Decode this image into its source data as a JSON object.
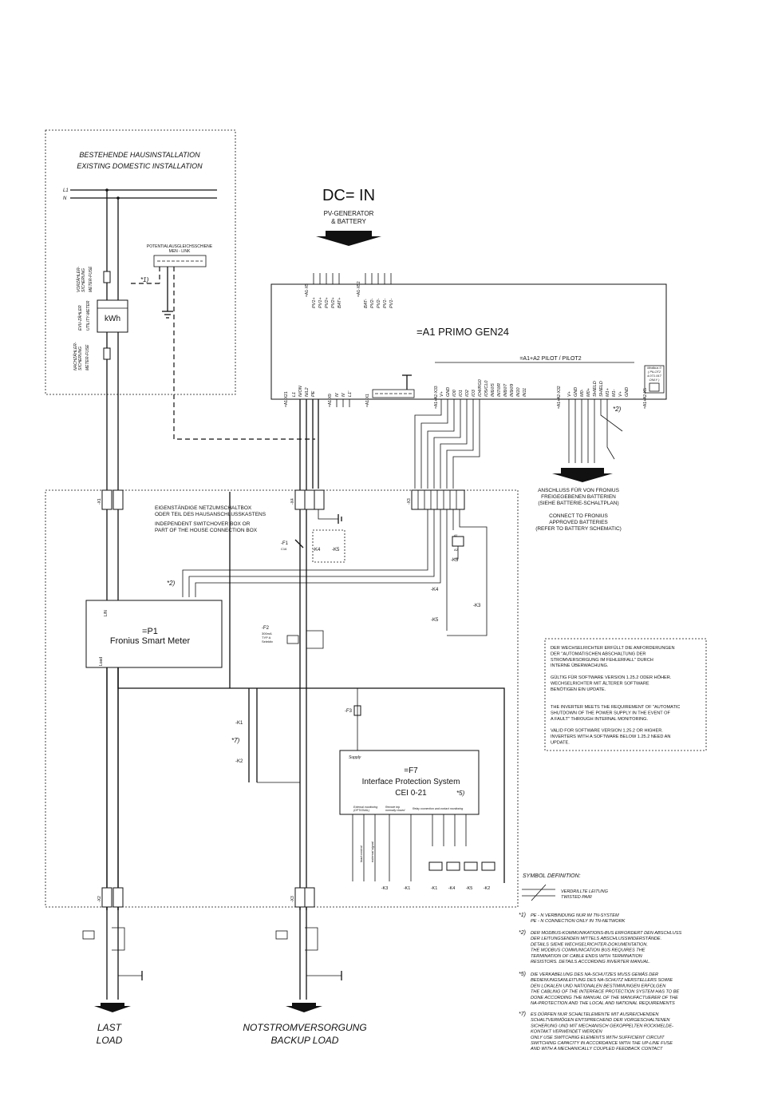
{
  "dc_in": {
    "title": "DC= IN",
    "line1": "PV-GENERATOR",
    "line2": "& BATTERY"
  },
  "existing": {
    "line1": "BESTEHENDE HAUSINSTALLATION",
    "line2": "EXISTING DOMESTIC INSTALLATION",
    "l1": "L1",
    "n": "N",
    "meter_fuse_de": "VORZÄHLER-\nSICHERUNG",
    "meter_fuse_en": "METER-FUSE",
    "utility_meter_de": "EVU-ZÄHLER",
    "utility_meter_en": "UTILITY-METER",
    "kwh": "kWh",
    "post_meter_fuse_de": "NACHZÄHLER-\nSICHERUNG",
    "post_meter_fuse_en": "METER-FUSE",
    "men_line1": "POTENTIALAUSGLEICHSSCHIENE",
    "men_line2": "MEN - LINK",
    "note1": "*1)"
  },
  "inverter": {
    "name": "=A1    PRIMO GEN24",
    "pilot": "=A1+A2   PILOT   /   PILOT2",
    "modbus": "Modbus 0\n( PILOT2\n4.071.917\nONLY )",
    "x5_terms": [
      "PV1+",
      "PV1+",
      "PV2+",
      "PV2+",
      "BAT+"
    ],
    "x5_label": "=A1-X5",
    "x52_terms": [
      "BAT-",
      "PV2-",
      "PV2-",
      "PV1-",
      "PV1-"
    ],
    "x52_label": "=A1-X52",
    "x21_label": "=A1-X21",
    "x21_terms": [
      "L1",
      "N/ON",
      "N/L2",
      "PE"
    ],
    "x9_label": "=A1-X9",
    "x9_terms": [
      "N'",
      "N'",
      "L1'"
    ],
    "x1_label": "=A1-X1",
    "x33_label": "=A1+A2-X33",
    "x33_terms": [
      "V+",
      "GND",
      "IO0",
      "IO1",
      "IO2",
      "IO3",
      "IO4/RG0",
      "IO5/CL0",
      "IN6/I/S",
      "IN7/I/R",
      "IN8/I/7",
      "IN9/I/9",
      "IN10",
      "IN11"
    ],
    "x32_label": "=A1+A2-X32",
    "x32_terms": [
      "V+",
      "GND",
      "M0-",
      "M0+",
      "SHIELD",
      "SHIELD",
      "M1+",
      "M1-",
      "V+",
      "GND"
    ],
    "x35_label": "=A1+A2-X5",
    "note2": "*2)"
  },
  "battery_connect": {
    "de1": "ANSCHLUSS FÜR VON FRONIUS",
    "de2": "FREIGEGEBENEN BATTERIEN",
    "de3": "(SIEHE BATTERIE-SCHALTPLAN)",
    "en1": "CONNECT TO FRONIUS",
    "en2": "APPROVED BATTERIES",
    "en3": "(REFER TO BATTERY SCHEMATIC)"
  },
  "switchover": {
    "de1": "EIGENSTÄNDIGE NETZUMSCHALTBOX",
    "de2": "ODER TEIL DES HAUSANSCHLUSSKASTENS",
    "en1": "INDEPENDENT SWITCHOVER BOX OR",
    "en2": "PART OF THE HOUSE CONNECTION BOX",
    "x1": "-X1",
    "x4": "-X4",
    "x3": "-X3",
    "f1": "-F1",
    "f1_rating": "C16",
    "k4": "-K4",
    "k5": "-K5",
    "k3": "-K3",
    "f2": "-F2",
    "f2_rating": "300mA\nTYP A\nSelektiv",
    "note2": "*2)"
  },
  "smart_meter": {
    "id": "=P1",
    "name": "Fronius Smart Meter",
    "ln": "L/N",
    "load": "Load"
  },
  "ips": {
    "id": "=F7",
    "name": "Interface Protection System",
    "std": "CEI 0-21",
    "note": "*5)",
    "supply": "Supply",
    "ext_mon": "External monitoring\n(OPTIONAL)",
    "remote_trip": "Remote trip\nnormally closed",
    "relay": "Relay connection and contact monitoring",
    "load_control": "load control",
    "external_signal": "external signal",
    "f3": "-F3",
    "k1": "-K1",
    "k2": "-K2",
    "note7": "*7)",
    "bottom_labels": [
      "-K3",
      "-K1",
      "-K1",
      "-K4",
      "-K5",
      "-K2"
    ]
  },
  "bottom": {
    "x2": "-X2",
    "x3": "-X3",
    "last_1": "LAST",
    "last_2": "LOAD",
    "backup_1": "NOTSTROMVERSORGUNG",
    "backup_2": "BACKUP LOAD"
  },
  "infobox": {
    "lines": [
      "DER WECHSELRICHTER ERFÜLLT DIE ANFORDERUNGEN",
      "DER \"AUTOMATISCHEN ABSCHALTUNG DER",
      "STROMVERSORGUNG IM FEHLERFALL\" DURCH",
      "INTERNE ÜBERWACHUNG.",
      "",
      "GÜLTIG FÜR SOFTWARE VERSION 1.25.2 ODER HÖHER.",
      "WECHSELRICHTER MIT ÄLTERER SOFTWARE",
      "BENÖTIGEN EIN UPDATE.",
      "",
      "",
      "THE INVERTER MEETS THE REQUIREMENT OF \"AUTOMATIC",
      "SHUTDOWN OF THE POWER SUPPLY IN THE EVENT OF",
      "A FAULT\" THROUGH INTERNAL MONITORING.",
      "",
      "VALID FOR SOFTWARE VERSION 1.25.2 OR HIGHER.",
      "INVERTERS WITH A SOFTWARE BELOW 1.25.2 NEED AN",
      "UPDATE."
    ]
  },
  "symbols": {
    "title": "SYMBOL DEFINITION:",
    "twisted_de": "VERDRILLTE LEITUNG",
    "twisted_en": "TWISTED PAIR"
  },
  "notes": [
    {
      "id": "*1)",
      "lines": [
        "PE - N VERBINDUNG NUR IM TN-SYSTEM",
        "PE - N CONNECTION ONLY IN TN-NETWORK"
      ]
    },
    {
      "id": "*2)",
      "lines": [
        "DER MODBUS-KOMMUNIKATIONS-BUS ERFORDERT DEN ABSCHLUSS",
        "DER LEITUNGSENDEN MITTELS ABSCHLUSSWIDERSTÄNDE.",
        "DETAILS SIEHE WECHSELRICHTER-DOKUMENTATION.",
        "THE MODBUS COMMUNICATION BUS REQUIRES THE",
        "TERMINATION OF CABLE ENDS WITH TERMINATION",
        "RESISTORS. DETAILS ACCORDING INVERTER MANUAL."
      ]
    },
    {
      "id": "*5)",
      "lines": [
        "DIE VERKABELUNG DES NA-SCHUTZES MUSS GEMÄS DER",
        "BEDIENUNGSANLEITUNG DES NA-SCHUTZ HERSTELLERS SOWIE",
        "DEN LOKALEN UND NATIONALEN BESTIMMUNGEN ERFOLGEN",
        "THE CABLING OF THE INTERFACE PROTECTION SYSTEM HAS TO BE",
        "DONE ACCORDING THE MANUAL OF THE MANUFACTUERER OF THE",
        "NA-PROTECTION AND THE LOCAL AND NATIONAL REQUIREMENTS"
      ]
    },
    {
      "id": "*7)",
      "lines": [
        "ES DÜRFEN NUR SCHALTELEMENTE MIT AUSREICHENDEN",
        "SCHALTVERMÖGEN ENTSPRECHEND DER VORGESCHALTENEN",
        "SICHERUNG UND MIT MECHANISCH GEKOPPELTEN RÜCKMELDE-",
        "KONTAKT VERWENDET WERDEN",
        "ONLY USE SWITCHING ELEMENTS WITH SUFFICIENT CIRCUIT",
        "SWITCHING CAPACITY IN ACCORDANCE WITH THE UP-LINE FUSE",
        "AND WITH A MECHANICALLY COUPLED FEEDBACK CONTACT"
      ]
    }
  ]
}
